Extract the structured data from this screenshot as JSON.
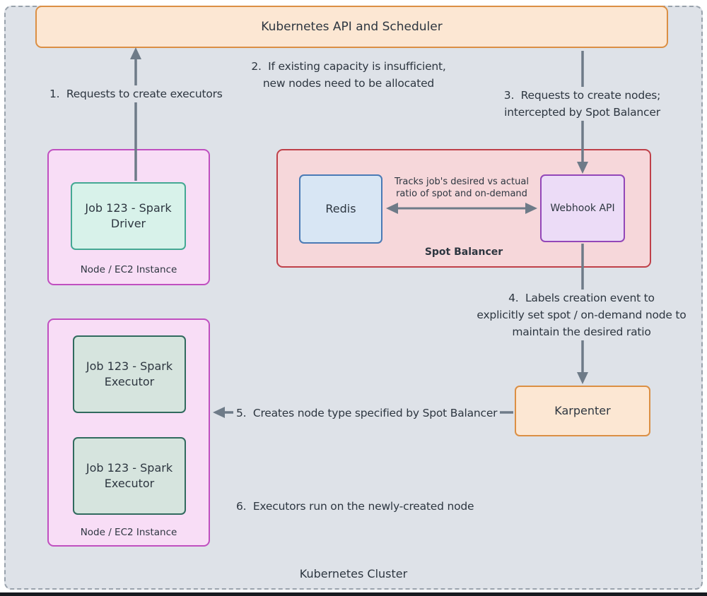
{
  "cluster": {
    "label": "Kubernetes Cluster"
  },
  "k8s_api": {
    "label": "Kubernetes API and Scheduler"
  },
  "driver_node": {
    "label": "Node / EC2 Instance",
    "driver": {
      "label": "Job 123 - Spark Driver"
    }
  },
  "executor_node": {
    "label": "Node / EC2 Instance",
    "executor1": {
      "label": "Job 123 - Spark Executor"
    },
    "executor2": {
      "label": "Job 123 - Spark Executor"
    }
  },
  "spot_balancer": {
    "label": "Spot Balancer",
    "redis": {
      "label": "Redis"
    },
    "webhook": {
      "label": "Webhook API"
    },
    "tracks_note": "Tracks job's desired vs actual\nratio of spot and on-demand"
  },
  "karpenter": {
    "label": "Karpenter"
  },
  "steps": {
    "step1": "1.  Requests to create executors",
    "step2": "2.  If existing capacity is insufficient,\nnew nodes need to be allocated",
    "step3": "3.  Requests to create nodes;\nintercepted by Spot Balancer",
    "step4": "4.  Labels creation event to\nexplicitly set spot / on-demand node to\nmaintain the desired ratio",
    "step5": "5.  Creates node type specified by Spot Balancer",
    "step6": "6.  Executors run on the newly-created node"
  },
  "colors": {
    "cluster_bg": "#dee2e8",
    "orange_fill": "#fce7d3",
    "orange_border": "#db8f44",
    "node_fill": "#f8ddf6",
    "node_border": "#c04fc0",
    "driver_fill": "#d8f2ea",
    "driver_border": "#44a893",
    "executor_fill": "#d6e4de",
    "executor_border": "#316a5e",
    "balancer_fill": "#f6d7da",
    "balancer_border": "#bf4049",
    "redis_fill": "#d8e6f4",
    "redis_border": "#4a7ab5",
    "webhook_fill": "#ecdcf7",
    "webhook_border": "#9347b8",
    "arrow": "#6e7b88"
  }
}
